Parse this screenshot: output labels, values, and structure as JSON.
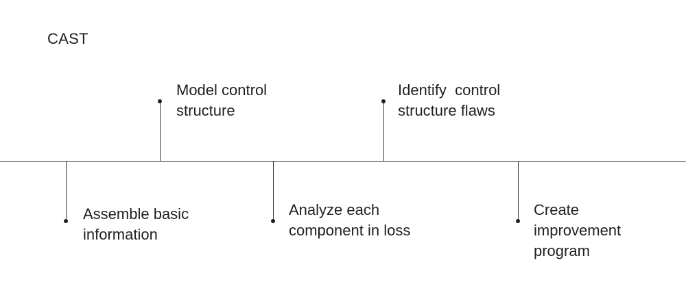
{
  "diagram": {
    "title": "CAST",
    "steps": [
      {
        "lines": [
          "Assemble basic",
          "information"
        ],
        "side": "below"
      },
      {
        "lines": [
          "Model control",
          "structure"
        ],
        "side": "above"
      },
      {
        "lines": [
          "Analyze each",
          "component in loss"
        ],
        "side": "below"
      },
      {
        "lines": [
          "Identify  control",
          "structure flaws"
        ],
        "side": "above"
      },
      {
        "lines": [
          "Create",
          "improvement",
          "program"
        ],
        "side": "below"
      }
    ]
  },
  "colors": {
    "line": "#333333",
    "text": "#1f1f1f",
    "background": "#ffffff"
  }
}
